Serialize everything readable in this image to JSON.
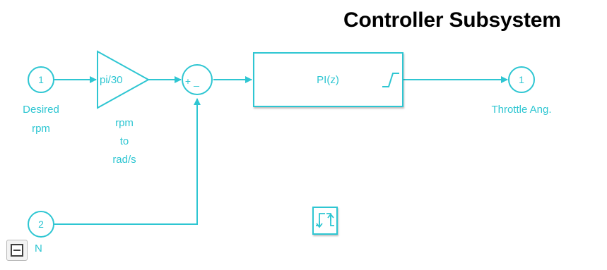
{
  "title": "Controller Subsystem",
  "colors": {
    "block": "#2ec6d2",
    "title": "#000000"
  },
  "ports": {
    "in1": {
      "number": "1",
      "label_lines": [
        "Desired",
        "rpm"
      ]
    },
    "in2": {
      "number": "2",
      "label": "N"
    },
    "out1": {
      "number": "1",
      "label": "Throttle Ang."
    }
  },
  "gain": {
    "value": "pi/30",
    "label_lines": [
      "rpm",
      "to",
      "rad/s"
    ]
  },
  "sum": {
    "signs": [
      "+",
      "_"
    ]
  },
  "pid": {
    "text": "PI(z)",
    "icon": "saturation-step-icon"
  },
  "rate_transition": {
    "icon": "rate-transition-icon"
  },
  "collapse_button": {
    "icon": "collapse-minus-icon"
  }
}
